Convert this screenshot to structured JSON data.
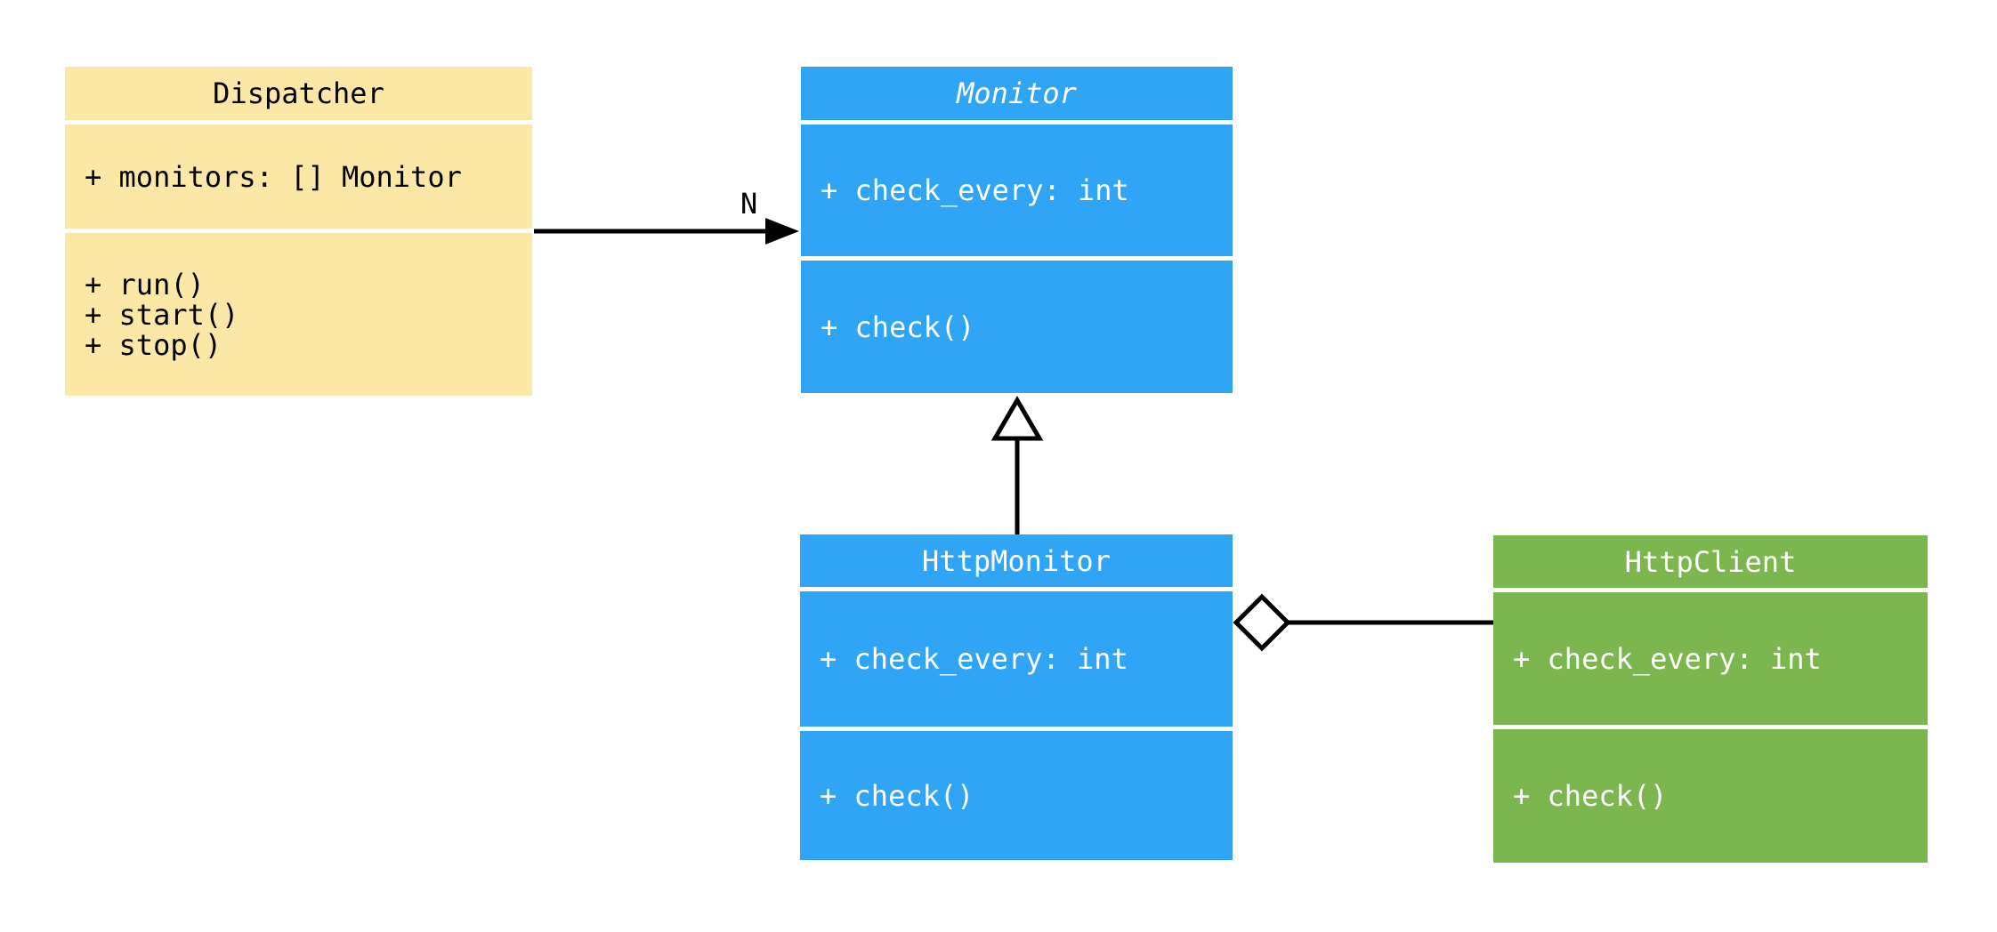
{
  "diagram": {
    "kind": "uml-class-diagram",
    "background": "#FFFFFF",
    "edge_color": "#000000",
    "classes": [
      {
        "name": "Dispatcher",
        "abstract": false,
        "fill": "#FBE8A6",
        "text_color": "#000000",
        "attributes": [
          "+ monitors: [] Monitor"
        ],
        "methods": [
          "+ run()",
          "+ start()",
          "+ stop()"
        ]
      },
      {
        "name": "Monitor",
        "abstract": true,
        "fill": "#30A5F5",
        "text_color": "#FFFFFF",
        "attributes": [
          "+ check_every: int"
        ],
        "methods": [
          "+ check()"
        ]
      },
      {
        "name": "HttpMonitor",
        "abstract": false,
        "fill": "#30A5F5",
        "text_color": "#FFFFFF",
        "attributes": [
          "+ check_every: int"
        ],
        "methods": [
          "+ check()"
        ]
      },
      {
        "name": "HttpClient",
        "abstract": false,
        "fill": "#7BB74E",
        "text_color": "#FFFFFF",
        "attributes": [
          "+ check_every: int"
        ],
        "methods": [
          "+ check()"
        ]
      }
    ],
    "relationships": [
      {
        "from": "Dispatcher",
        "to": "Monitor",
        "type": "directed-association",
        "multiplicity_label": "N"
      },
      {
        "from": "HttpMonitor",
        "to": "Monitor",
        "type": "inheritance",
        "multiplicity_label": ""
      },
      {
        "from": "HttpMonitor",
        "to": "HttpClient",
        "type": "aggregation",
        "multiplicity_label": ""
      }
    ]
  }
}
